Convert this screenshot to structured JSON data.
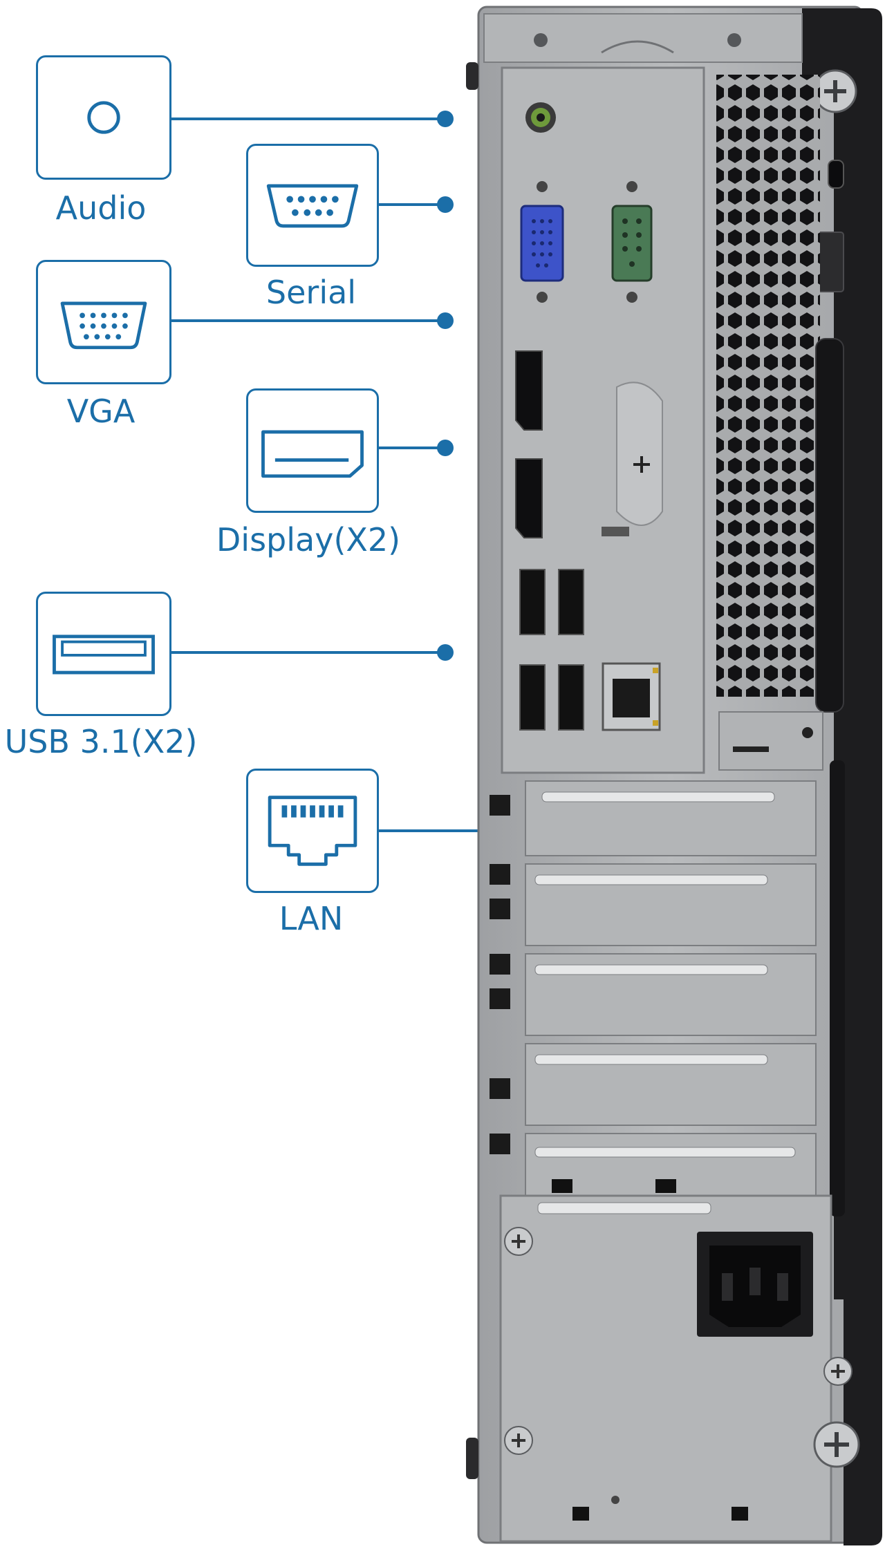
{
  "callouts": {
    "audio": {
      "label": "Audio",
      "icon": "audio-jack-icon"
    },
    "serial": {
      "label": "Serial",
      "icon": "serial-port-icon"
    },
    "vga": {
      "label": "VGA",
      "icon": "vga-port-icon"
    },
    "display": {
      "label": "Display(X2)",
      "icon": "displayport-icon"
    },
    "usb": {
      "label": "USB 3.1(X2)",
      "icon": "usb-port-icon"
    },
    "lan": {
      "label": "LAN",
      "icon": "ethernet-port-icon"
    }
  },
  "colors": {
    "accent": "#1b6ea8",
    "chassis": "#a9abad",
    "chassis_dark": "#1d1d1f",
    "vga_port": "#3d53c9",
    "serial_port": "#4a7a55",
    "audio_port": "#6e9a3b"
  }
}
